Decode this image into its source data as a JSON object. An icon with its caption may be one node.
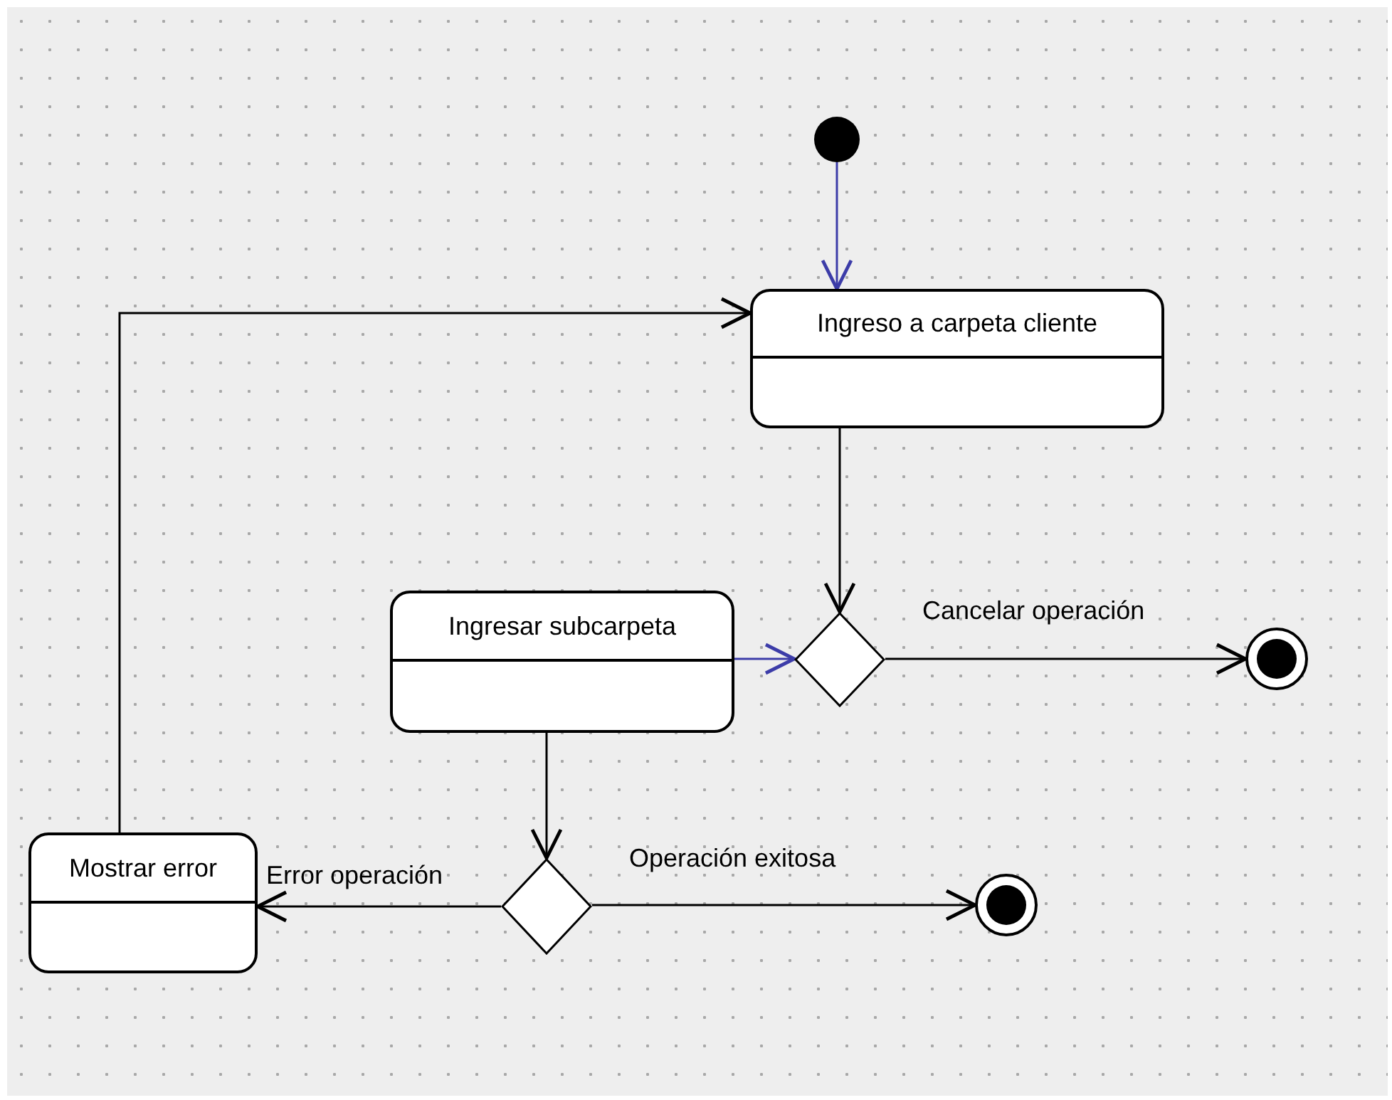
{
  "diagram": {
    "nodes": [
      {
        "text": [],
        "shape": "circle"
      },
      {
        "text": [
          "Ingreso a carpeta cliente"
        ]
      },
      {
        "text": [
          "Ingresar subcarpeta"
        ]
      },
      {
        "text": [],
        "shape": "diamond"
      },
      {
        "text": [],
        "shape": "circle"
      },
      {
        "text": [
          "Mostrar error"
        ]
      },
      {
        "text": [],
        "shape": "diamond"
      },
      {
        "text": [],
        "shape": "circle"
      }
    ],
    "edges": [
      {
        "from": 0,
        "to": 1,
        "arrow": "to",
        "color": "#3c3ca8"
      },
      {
        "from": 1,
        "to": 3,
        "arrow": "to"
      },
      {
        "from": 2,
        "to": 3,
        "arrow": "to",
        "color": "#3c3ca8"
      },
      {
        "from": 3,
        "to": 4,
        "arrow": "to",
        "label": "Cancelar operación"
      },
      {
        "from": 2,
        "to": 6,
        "arrow": "to"
      },
      {
        "from": 6,
        "to": 7,
        "arrow": "to",
        "label": "Operación exitosa"
      },
      {
        "from": 6,
        "to": 5,
        "arrow": "to",
        "label": "Error operación"
      },
      {
        "from": 5,
        "to": 1,
        "arrow": "to"
      }
    ]
  }
}
